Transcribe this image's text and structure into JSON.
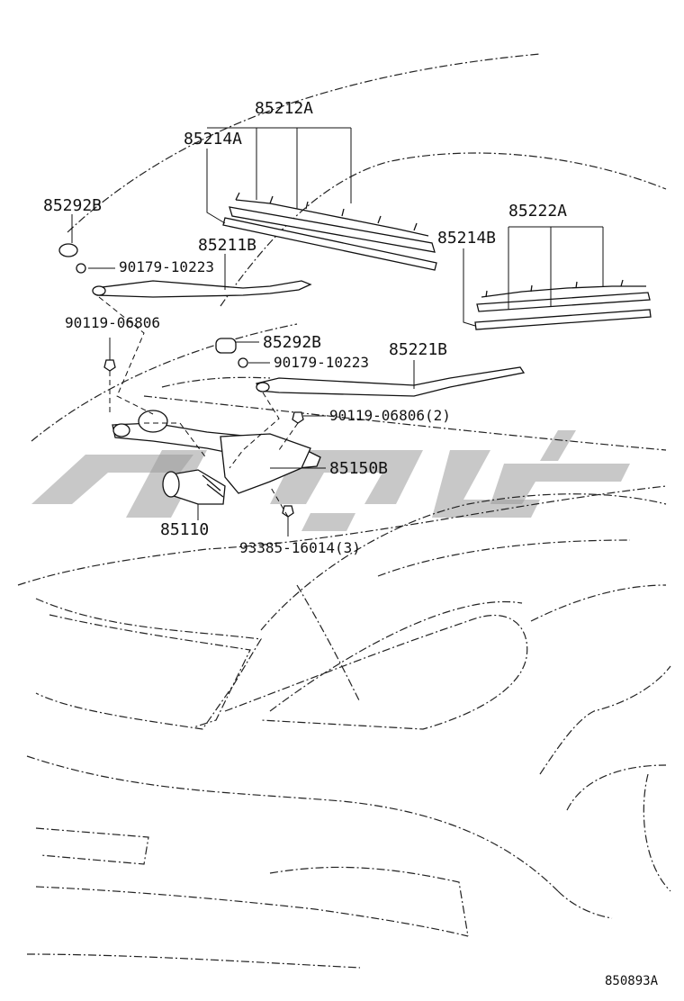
{
  "labels": {
    "l85212A": "85212A",
    "l85214A": "85214A",
    "l85292B_1": "85292B",
    "l85211B": "85211B",
    "l90179_1": "90179-10223",
    "l90119_1": "90119-06806",
    "l85222A": "85222A",
    "l85214B": "85214B",
    "l85292B_2": "85292B",
    "l90179_2": "90179-10223",
    "l85221B": "85221B",
    "l90119_2": "90119-06806(2)",
    "l85150B": "85150B",
    "l85110": "85110",
    "l93385": "93385-16014(3)"
  },
  "diagram_code": "850893A"
}
